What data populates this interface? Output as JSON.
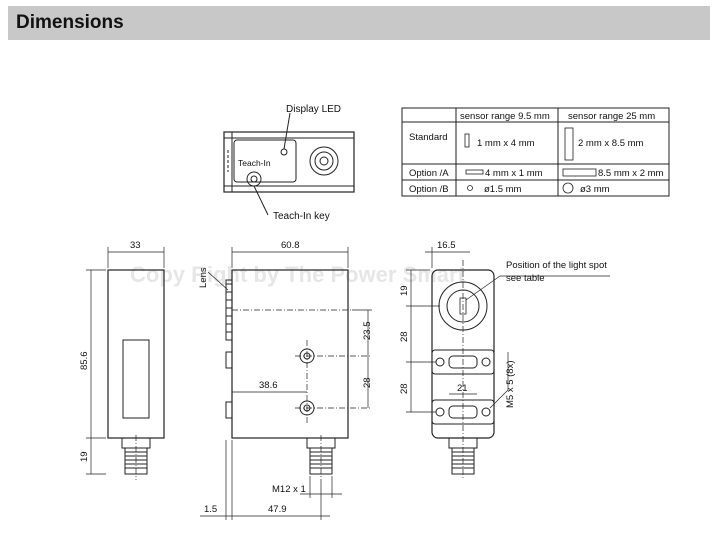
{
  "header": {
    "title": "Dimensions"
  },
  "watermark": "Copy Right by The Power Smart",
  "top_view": {
    "display_led_label": "Display LED",
    "teach_in_label": "Teach-In",
    "teach_in_key_label": "Teach-In key"
  },
  "spot_table": {
    "col1": "sensor range 9.5 mm",
    "col2": "sensor range 25 mm",
    "rows": [
      {
        "label": "Standard",
        "v1": "1 mm x 4 mm",
        "v2": "2 mm x 8.5 mm"
      },
      {
        "label": "Option /A",
        "v1": "4 mm x 1 mm",
        "v2": "8.5 mm x 2 mm"
      },
      {
        "label": "Option /B",
        "v1": "ø1.5 mm",
        "v2": "ø3 mm"
      }
    ]
  },
  "front_view": {
    "dim_width": "33",
    "dim_height": "85.6",
    "dim_connector": "19"
  },
  "side_view": {
    "dim_width": "60.8",
    "lens_label": "Lens",
    "dim_23_5": "23.5",
    "dim_28": "28",
    "dim_38_6": "38.6",
    "thread_label": "M12 x 1",
    "dim_1_5": "1.5",
    "dim_47_9": "47.9"
  },
  "back_view": {
    "dim_16_5": "16.5",
    "spot_label_line1": "Position of the light spot",
    "spot_label_line2": "see table",
    "dim_19": "19",
    "dim_28_a": "28",
    "dim_28_b": "28",
    "dim_21": "21",
    "mount_label": "M5 x 5 (8x)"
  }
}
